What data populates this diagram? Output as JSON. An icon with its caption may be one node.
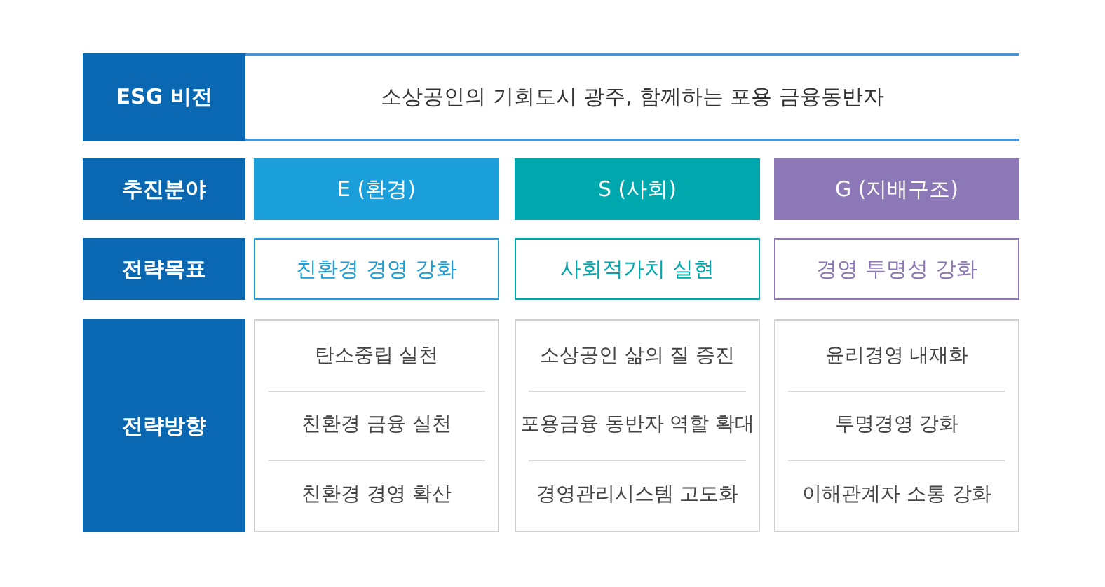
{
  "diagram": {
    "nodes": [
      {
        "text": [
          "ESG 비전"
        ]
      },
      {
        "text": [
          "소상공인의 기회도시 광주, 함께하는 포용 금융동반자"
        ]
      },
      {
        "text": [
          "추진분야"
        ]
      },
      {
        "text": [
          "E (환경)"
        ]
      },
      {
        "text": [
          "S (사회)"
        ]
      },
      {
        "text": [
          "G (지배구조)"
        ]
      },
      {
        "text": [
          "전략목표"
        ]
      },
      {
        "text": [
          "친환경 경영 강화"
        ]
      },
      {
        "text": [
          "사회적가치 실현"
        ]
      },
      {
        "text": [
          "경영 투명성 강화"
        ]
      },
      {
        "text": [
          "전략방향"
        ]
      },
      {
        "text": [
          "탄소중립 실천",
          "친환경 금융 실천",
          "친환경 경영 확산"
        ]
      },
      {
        "text": [
          "소상공인 삶의 질 증진",
          "포용금융 동반자 역할 확대",
          "경영관리시스템 고도화"
        ]
      },
      {
        "text": [
          "윤리경영 내재화",
          "투명경영 강화",
          "이해관계자 소통 강화"
        ]
      }
    ]
  }
}
